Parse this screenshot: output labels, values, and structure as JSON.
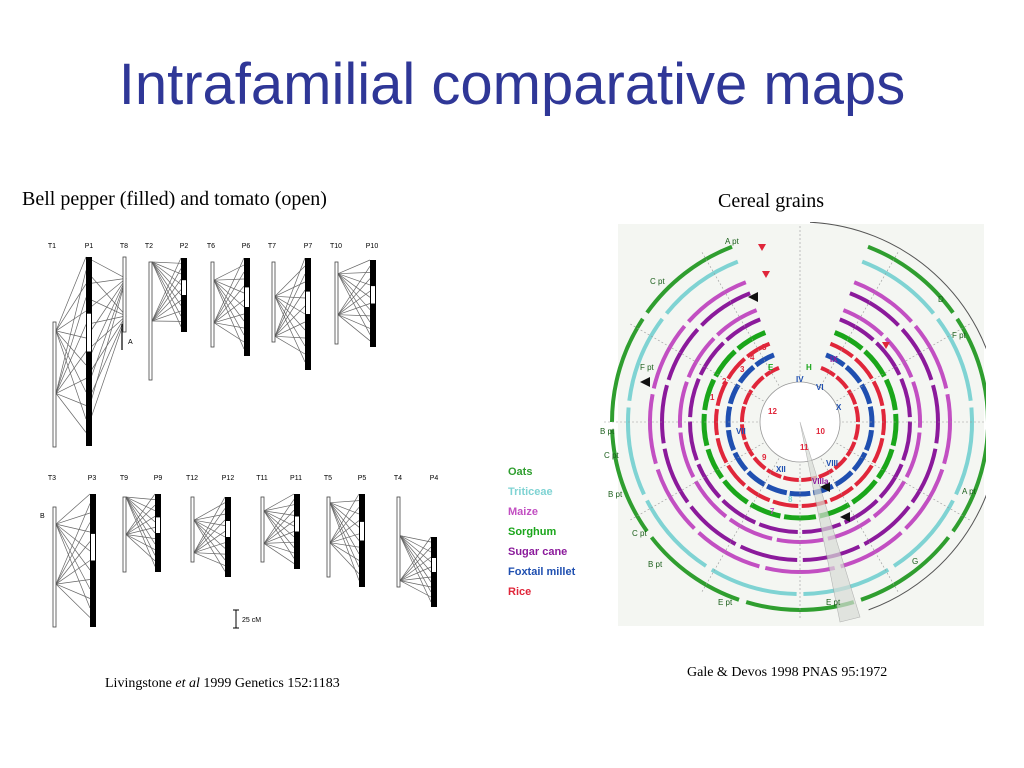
{
  "slide": {
    "title": "Intrafamilial comparative maps",
    "left_caption": "Bell pepper (filled) and tomato (open)",
    "right_caption": "Cereal grains",
    "left_citation_prefix": "Livingstone ",
    "left_citation_italic": "et al",
    "left_citation_suffix": " 1999 Genetics 152:1183",
    "right_citation": "Gale & Devos 1998 PNAS 95:1972"
  },
  "pepper_tomato_figure": {
    "top_row_labels": [
      "T1",
      "P1",
      "T8",
      "T2",
      "P2",
      "T6",
      "P6",
      "T7",
      "P7",
      "T10",
      "P10"
    ],
    "bottom_row_labels": [
      "T3",
      "P3",
      "T9",
      "P9",
      "T12",
      "P12",
      "T11",
      "P11",
      "T5",
      "P5",
      "T4",
      "P4"
    ],
    "side_label_a": "A",
    "side_label_b": "B",
    "scale_label": "25 cM"
  },
  "cereal_figure": {
    "legend": [
      {
        "name": "Oats",
        "color": "#2f9e2f"
      },
      {
        "name": "Triticeae",
        "color": "#7fd3d3"
      },
      {
        "name": "Maize",
        "color": "#c24fc2"
      },
      {
        "name": "Sorghum",
        "color": "#1aa61a"
      },
      {
        "name": "Sugar cane",
        "color": "#8b1a9b"
      },
      {
        "name": "Foxtail millet",
        "color": "#1f4fb0"
      },
      {
        "name": "Rice",
        "color": "#e0263a"
      }
    ],
    "outer_labels": [
      "A pt",
      "C pt",
      "F pt",
      "B pt",
      "C pt",
      "B pt",
      "C pt",
      "B pt",
      "E pt",
      "E pt",
      "G",
      "A pt",
      "F pt",
      "D"
    ],
    "inner_labels": [
      "E",
      "H",
      "IX",
      "IV",
      "VI",
      "VII",
      "VIII",
      "X",
      "XII",
      "VIIIa",
      "1",
      "2",
      "3",
      "4",
      "5",
      "7",
      "8",
      "9",
      "10",
      "11",
      "12"
    ],
    "ring_colors": {
      "oats": "#2f9e2f",
      "triticeae": "#7fd3d3",
      "maize": "#c24fc2",
      "sorghum": "#1aa61a",
      "sugar_cane": "#8b1a9b",
      "foxtail_millet": "#1f4fb0",
      "rice": "#e0263a"
    }
  }
}
